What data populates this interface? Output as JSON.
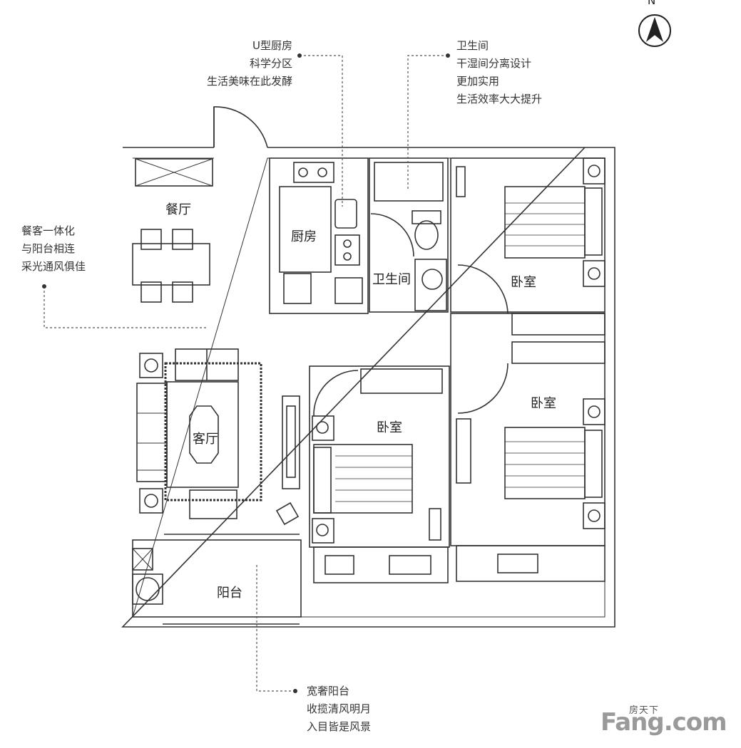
{
  "compass": {
    "north_label": "N"
  },
  "callouts": {
    "kitchen": [
      "U型厨房",
      "科学分区",
      "生活美味在此发酵"
    ],
    "bathroom": [
      "卫生间",
      "干湿间分离设计",
      "更加实用",
      "生活效率大大提升"
    ],
    "dining": [
      "餐客一体化",
      "与阳台相连",
      "采光通风俱佳"
    ],
    "balcony": [
      "宽奢阳台",
      "收揽清风明月",
      "入目皆是风景"
    ]
  },
  "rooms": {
    "dining": "餐厅",
    "kitchen": "厨房",
    "bathroom": "卫生间",
    "bedroom_ne": "卧室",
    "bedroom_e": "卧室",
    "bedroom_s": "卧室",
    "living": "客厅",
    "balcony": "阳台"
  },
  "watermark": {
    "top": "房天下",
    "main": "Fang.com"
  }
}
